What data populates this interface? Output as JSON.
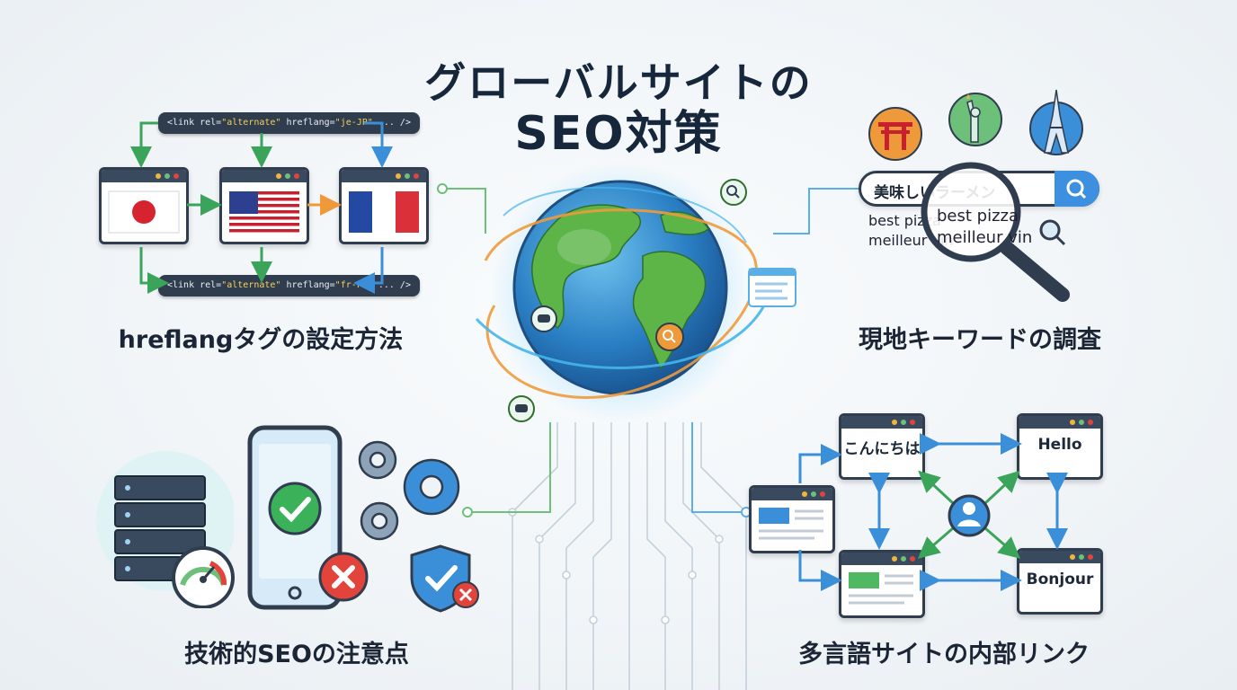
{
  "title": {
    "line1": "グローバルサイトの",
    "line2": "SEO対策"
  },
  "sections": {
    "hreflang": {
      "label": "hreflangタグの設定方法",
      "code_top": {
        "prefix": "<link rel=",
        "rel": "\"alternate\"",
        "mid": " hreflang=",
        "lang": "\"je-JP\"",
        "suffix": " ... />"
      },
      "code_bottom": {
        "prefix": "<link rel=",
        "rel": "\"alternate\"",
        "mid": " hreflang=",
        "lang": "\"fr-FR\"",
        "suffix": " ... />"
      },
      "flags": [
        "japan-flag-icon",
        "usa-flag-icon",
        "france-flag-icon"
      ]
    },
    "keywords": {
      "label": "現地キーワードの調査",
      "search_value": "美味しいラーメン",
      "results": [
        "best pizza",
        "meilleur vin"
      ],
      "magnified_results": [
        "best pizza",
        "meilleur vin"
      ],
      "landmark_icons": [
        "torii-gate-icon",
        "statue-of-liberty-icon",
        "eiffel-tower-icon"
      ]
    },
    "technical": {
      "label": "技術的SEOの注意点",
      "icons": [
        "server-icon",
        "speed-gauge-icon",
        "smartphone-icon",
        "checkmark-icon",
        "error-x-icon",
        "gears-icon",
        "security-shield-icon"
      ]
    },
    "internal_links": {
      "label": "多言語サイトの内部リンク",
      "pages": [
        "こんにちは",
        "Hello",
        "Bonjour"
      ],
      "hub_icon": "user-icon"
    }
  },
  "center": {
    "icon": "globe-icon"
  },
  "colors": {
    "title": "#16263b",
    "code_bg": "#2f3d4f",
    "code_highlight": "#f6d05b",
    "arrow_green": "#3aa55a",
    "arrow_blue": "#3b8fd9",
    "arrow_orange": "#ef9a3a",
    "accent_blue": "#3d8fe0",
    "error_red": "#e2443c",
    "success_green": "#3bb15a"
  }
}
